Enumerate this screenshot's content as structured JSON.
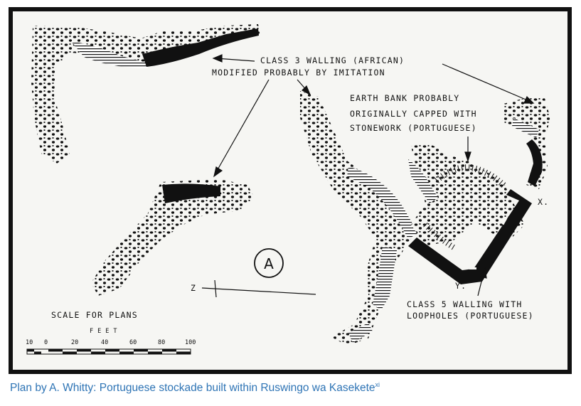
{
  "plan": {
    "label_class3_line1": "CLASS 3  WALLING  (AFRICAN)",
    "label_class3_line2": "MODIFIED PROBABLY BY IMITATION",
    "label_earth_line1": "EARTH BANK PROBABLY",
    "label_earth_line2": "ORIGINALLY CAPPED WITH",
    "label_earth_line3": "STONEWORK  (PORTUGUESE)",
    "label_class5_line1": "CLASS 5  WALLING WITH",
    "label_class5_line2": "LOOPHOLES (PORTUGUESE)",
    "marker_x": "X.",
    "marker_y": "Y.",
    "north_z": "Z",
    "plan_letter": "A",
    "scale_title": "SCALE  FOR  PLANS",
    "scale_unit": "FEET",
    "scale_ticks": [
      "10",
      "0",
      "20",
      "40",
      "60",
      "80",
      "100"
    ]
  },
  "caption": {
    "text": "Plan by A. Whitty: Portuguese stockade built within Ruswingo wa Kasekete",
    "superscript": "xi"
  }
}
